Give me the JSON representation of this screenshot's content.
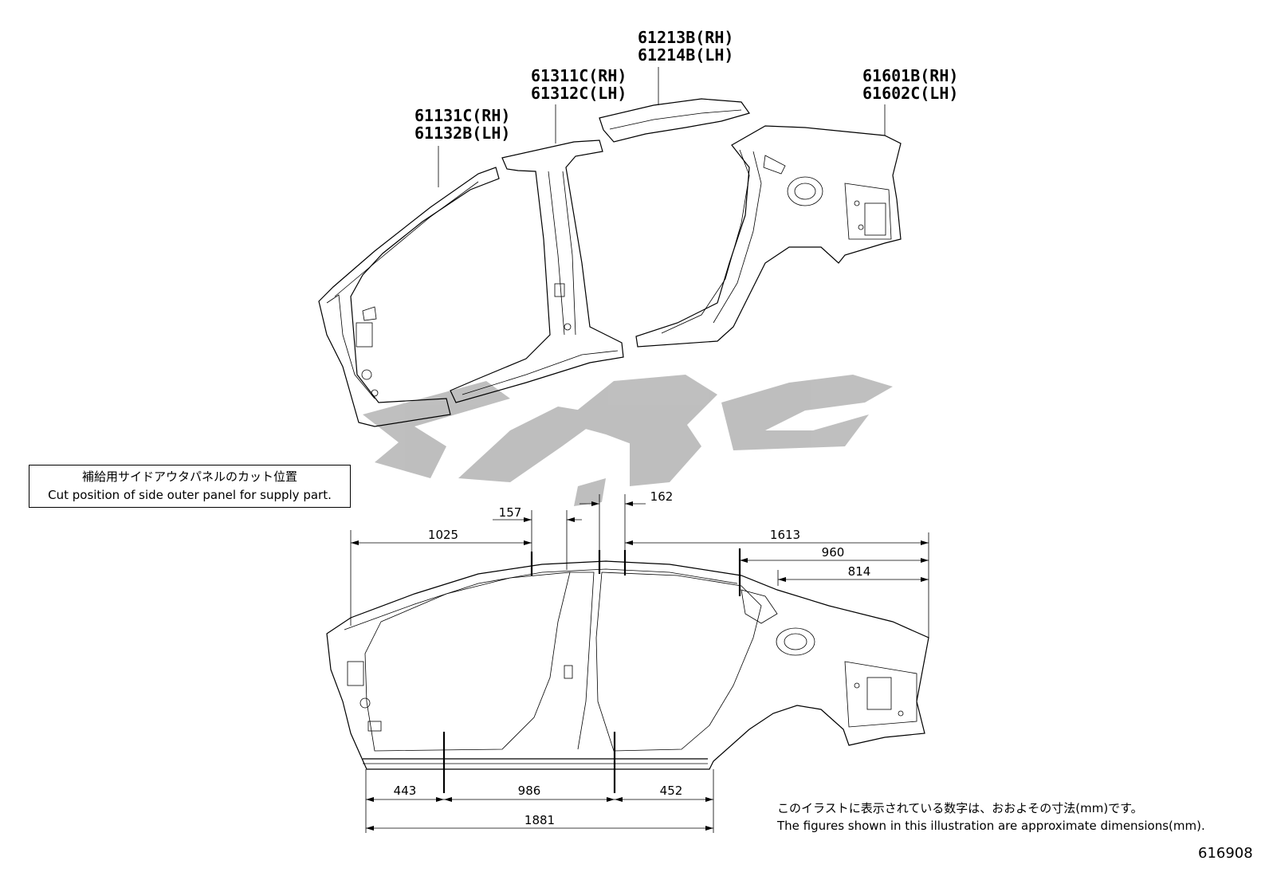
{
  "part_labels": {
    "roof_side_rail": [
      "61213B(RH)",
      "61214B(LH)"
    ],
    "center_pillar": [
      "61311C(RH)",
      "61312C(LH)"
    ],
    "front_pillar": [
      "61131C(RH)",
      "61132B(LH)"
    ],
    "quarter_panel": [
      "61601B(RH)",
      "61602C(LH)"
    ]
  },
  "caption": {
    "ja": "補給用サイドアウタパネルのカット位置",
    "en": "Cut position of side outer panel for supply part."
  },
  "dimensions": {
    "top": [
      "157",
      "162",
      "1025",
      "1613",
      "960",
      "814"
    ],
    "bottom": [
      "443",
      "986",
      "452",
      "1881"
    ]
  },
  "note": {
    "ja": "このイラストに表示されている数字は、おおよその寸法(mm)です。",
    "en": "The figures shown in this illustration are approximate dimensions(mm)."
  },
  "figure_id": "616908",
  "watermark_color": "#b8b8b8"
}
